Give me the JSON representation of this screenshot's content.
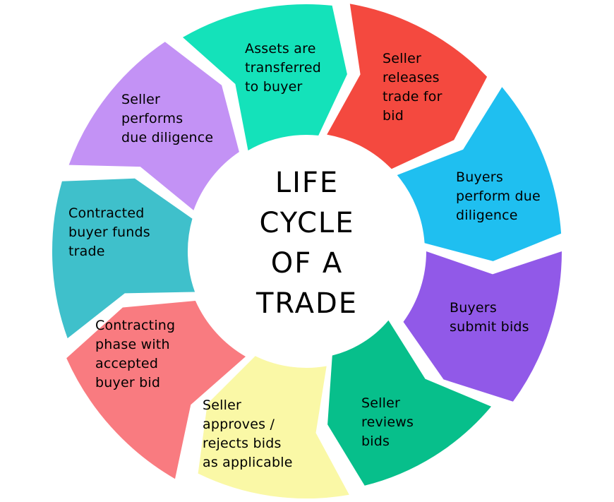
{
  "title": "LIFE\nCYCLE\nOF A\nTRADE",
  "background_color": "#FFFFFF",
  "text_color": "#000000",
  "flow": "clockwise",
  "segments": [
    {
      "id": "assets-transferred-to-buyer",
      "label": "Assets are\ntransferred\nto buyer",
      "color": "#14E2BA"
    },
    {
      "id": "seller-releases-trade-for-bid",
      "label": "Seller\nreleases\ntrade for\nbid",
      "color": "#F4493F"
    },
    {
      "id": "buyers-perform-due-diligence",
      "label": "Buyers\nperform due\ndiligence",
      "color": "#1FBFF0"
    },
    {
      "id": "buyers-submit-bids",
      "label": "Buyers\nsubmit bids",
      "color": "#9159E8"
    },
    {
      "id": "seller-reviews-bids",
      "label": "Seller\nreviews\nbids",
      "color": "#07BF8B"
    },
    {
      "id": "seller-approves-rejects-bids",
      "label": "Seller\napproves /\nrejects bids\nas applicable",
      "color": "#FAF8A6"
    },
    {
      "id": "contracting-phase-accepted-bid",
      "label": "Contracting\nphase with\naccepted\nbuyer bid",
      "color": "#F97B80"
    },
    {
      "id": "contracted-buyer-funds-trade",
      "label": "Contracted\nbuyer funds\ntrade",
      "color": "#3FC0CB"
    },
    {
      "id": "seller-performs-due-diligence",
      "label": "Seller\nperforms\ndue diligence",
      "color": "#C392F5"
    }
  ]
}
